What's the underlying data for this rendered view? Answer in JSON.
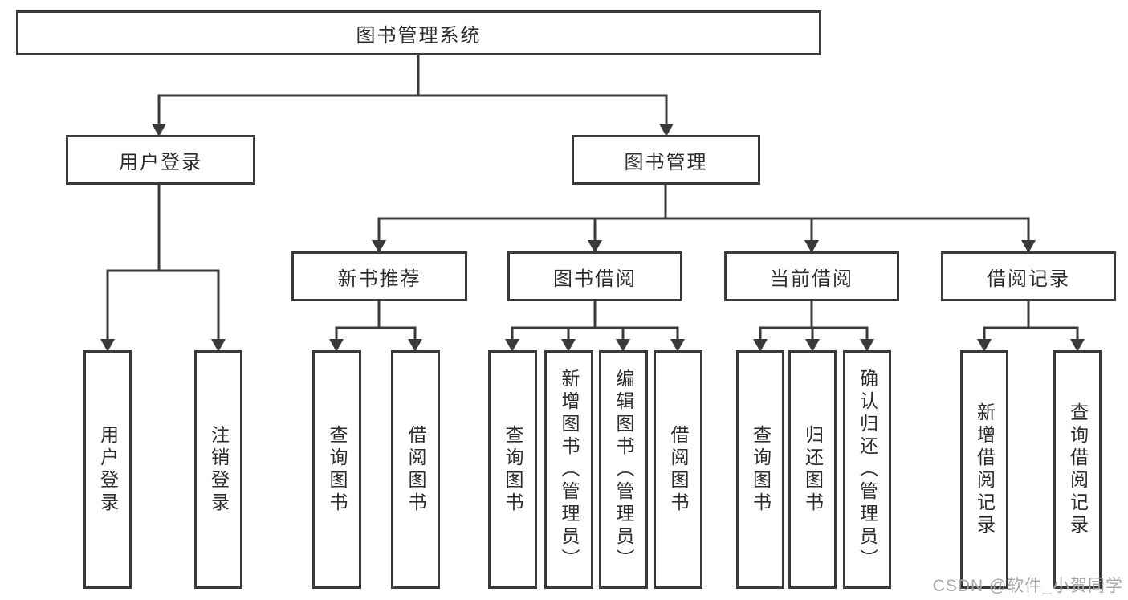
{
  "diagram": {
    "title": "图书管理系统",
    "type": "tree-structure-diagram",
    "colors": {
      "line": "#3a3a3a",
      "box_border": "#3a3a3a",
      "text": "#2d2d2d",
      "background": "#ffffff",
      "watermark": "#a8a8a8"
    },
    "nodes": {
      "root": "图书管理系统",
      "user_login": "用户登录",
      "book_mgmt": "图书管理",
      "new_book_rec": "新书推荐",
      "book_borrow": "图书借阅",
      "current_borrow": "当前借阅",
      "borrow_records": "借阅记录",
      "leaf_user_login": "用户登录",
      "leaf_logout": "注销登录",
      "rec_query_book": "查询图书",
      "rec_borrow_book": "借阅图书",
      "bb_query_book": "查询图书",
      "bb_add_book": "新增图书（管理员）",
      "bb_edit_book": "编辑图书（管理员）",
      "bb_borrow_book": "借阅图书",
      "cb_query_book": "查询图书",
      "cb_return_book": "归还图书",
      "cb_confirm_return": "确认归还（管理员）",
      "br_add_record": "新增借阅记录",
      "br_query_record": "查询借阅记录"
    },
    "structure": {
      "root": {
        "children": [
          {
            "key": "user_login",
            "children": [
              "leaf_user_login",
              "leaf_logout"
            ]
          },
          {
            "key": "book_mgmt",
            "children": [
              {
                "key": "new_book_rec",
                "children": [
                  "rec_query_book",
                  "rec_borrow_book"
                ]
              },
              {
                "key": "book_borrow",
                "children": [
                  "bb_query_book",
                  "bb_add_book",
                  "bb_edit_book",
                  "bb_borrow_book"
                ]
              },
              {
                "key": "current_borrow",
                "children": [
                  "cb_query_book",
                  "cb_return_book",
                  "cb_confirm_return"
                ]
              },
              {
                "key": "borrow_records",
                "children": [
                  "br_add_record",
                  "br_query_record"
                ]
              }
            ]
          }
        ]
      }
    },
    "watermark": "CSDN @软件_小贺同学"
  }
}
